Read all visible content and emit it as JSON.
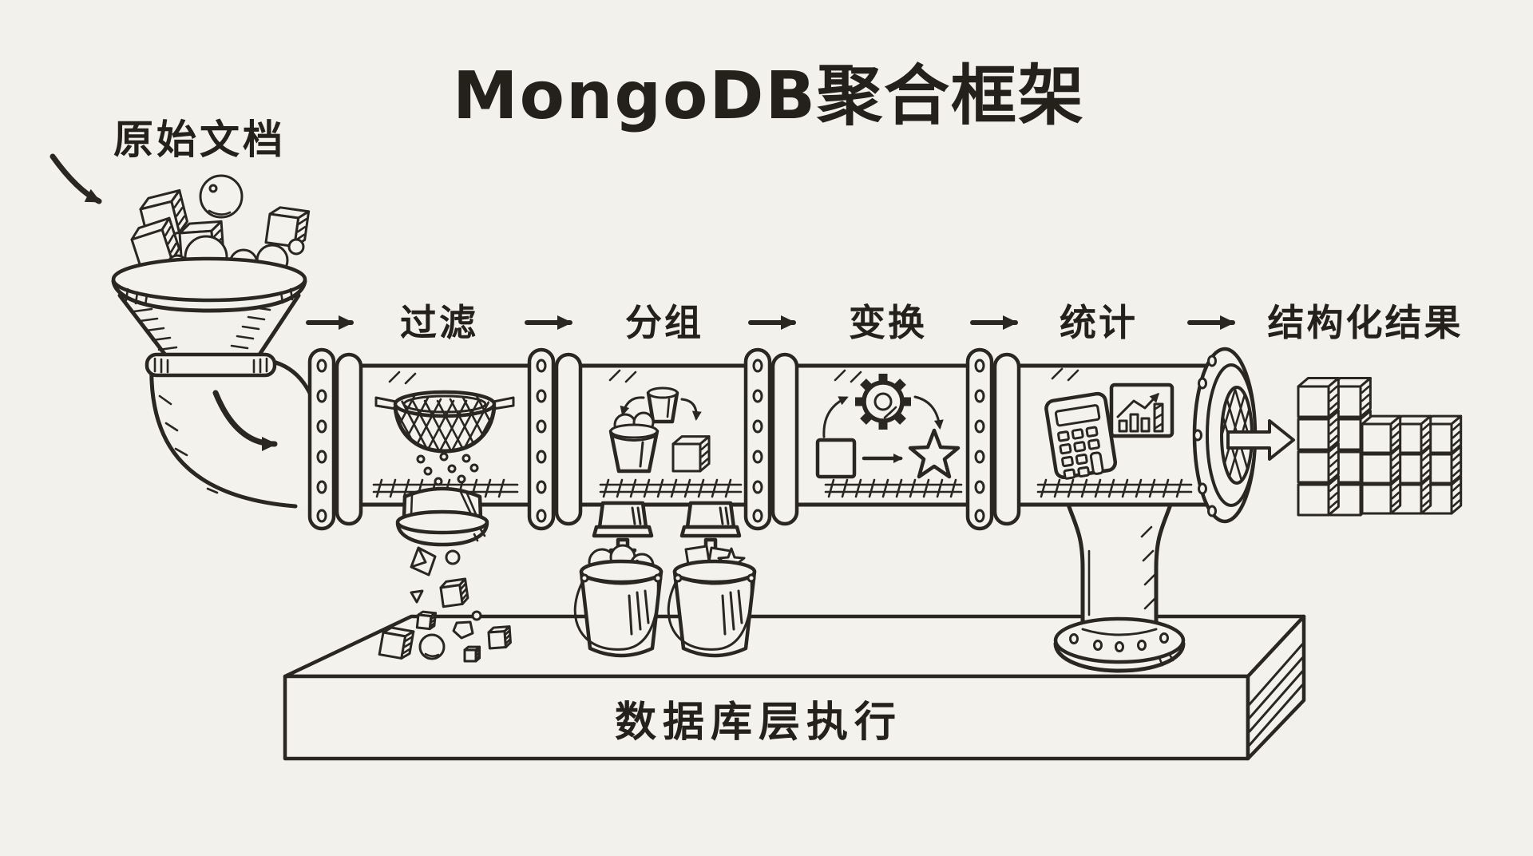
{
  "title": "MongoDB聚合框架",
  "source": {
    "label": "原始文档"
  },
  "pipeline": {
    "stages": [
      {
        "label": "过滤"
      },
      {
        "label": "分组"
      },
      {
        "label": "变换"
      },
      {
        "label": "统计"
      },
      {
        "label": "结构化结果"
      }
    ]
  },
  "platform": {
    "label": "数据库层执行"
  },
  "icons": {
    "entry-arrow": "↘",
    "flow-arrow": "→",
    "down-arrow": "↓",
    "funnel": "▼",
    "strainer": "⊜",
    "bucket": "🪣",
    "gear": "⚙",
    "star": "★",
    "calculator": "🖩",
    "bar-chart": "📊",
    "cube": "◻"
  },
  "colors": {
    "background": "#f2f1ec",
    "ink": "#29271f"
  }
}
